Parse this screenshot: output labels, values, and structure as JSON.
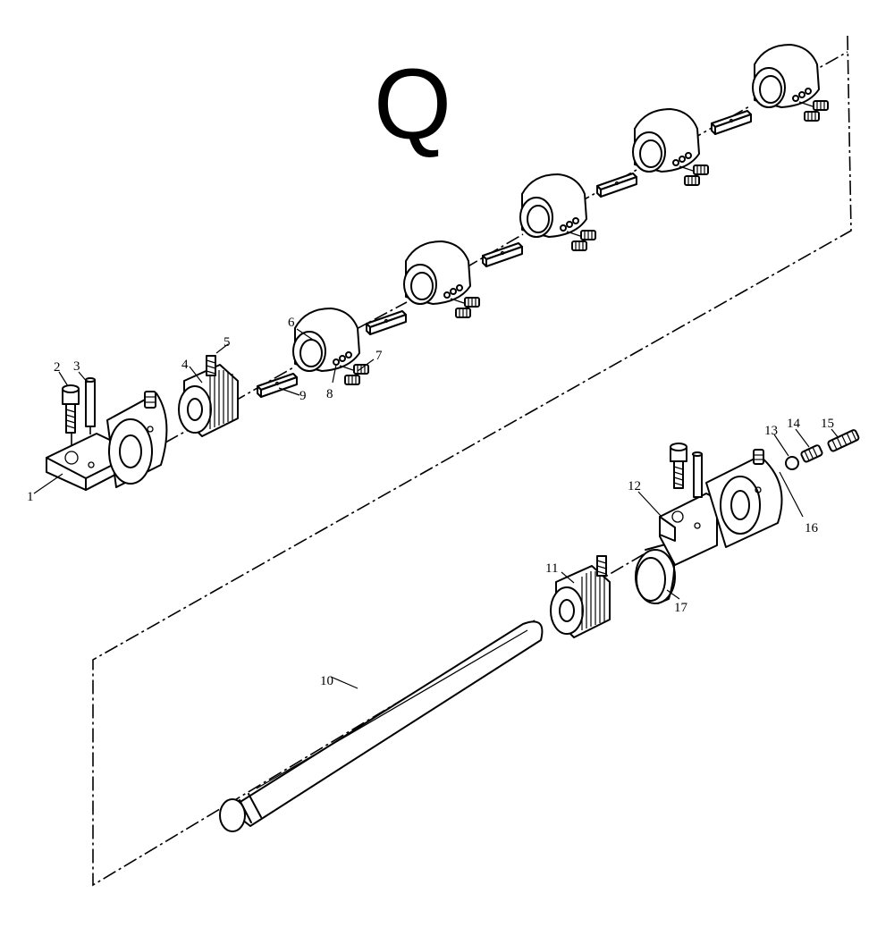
{
  "diagram": {
    "title_letter": "Q",
    "callouts": [
      {
        "id": "c1",
        "text": "1"
      },
      {
        "id": "c2",
        "text": "2"
      },
      {
        "id": "c3",
        "text": "3"
      },
      {
        "id": "c4",
        "text": "4"
      },
      {
        "id": "c5",
        "text": "5"
      },
      {
        "id": "c6",
        "text": "6"
      },
      {
        "id": "c7",
        "text": "7"
      },
      {
        "id": "c8",
        "text": "8"
      },
      {
        "id": "c9",
        "text": "9"
      },
      {
        "id": "c10",
        "text": "10"
      },
      {
        "id": "c11",
        "text": "11"
      },
      {
        "id": "c12",
        "text": "12"
      },
      {
        "id": "c13",
        "text": "13"
      },
      {
        "id": "c14",
        "text": "14"
      },
      {
        "id": "c15",
        "text": "15"
      },
      {
        "id": "c16",
        "text": "16"
      },
      {
        "id": "c17",
        "text": "17"
      }
    ]
  }
}
